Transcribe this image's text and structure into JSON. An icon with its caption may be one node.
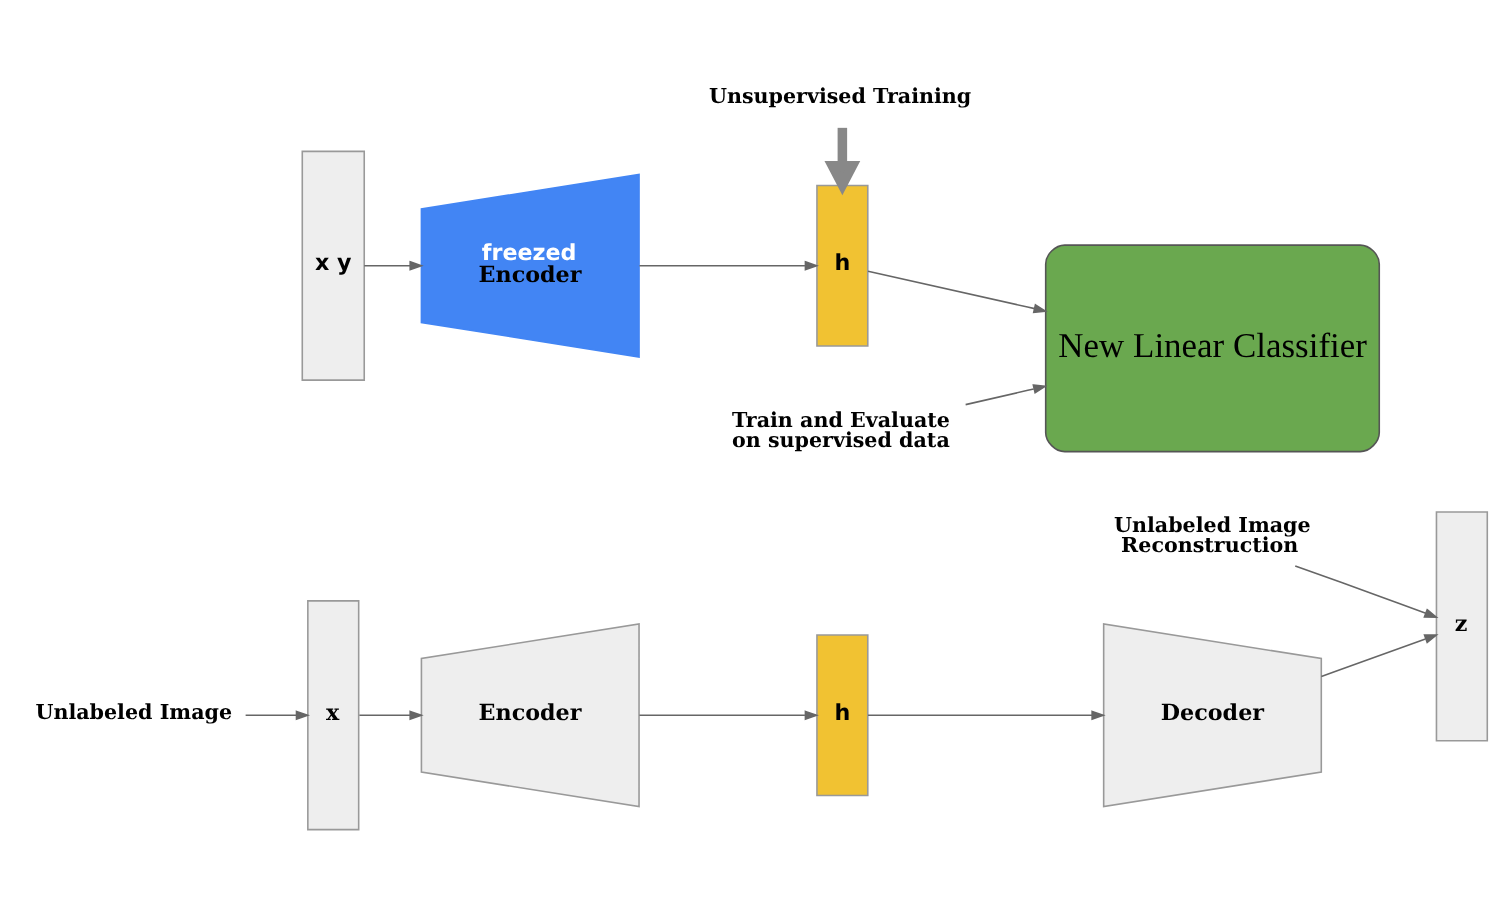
{
  "diagram": {
    "nodes": [
      {
        "text": [
          "x"
        ]
      },
      {
        "text": [
          "Encoder"
        ]
      },
      {
        "text": [
          "h"
        ]
      },
      {
        "text": [
          "Decoder"
        ]
      },
      {
        "text": [
          "z"
        ]
      },
      {
        "text": [
          "Unlabeled Image"
        ]
      },
      {
        "text": [
          "Unlabeled Image Reconstruction"
        ]
      },
      {
        "text": [
          "Unsupervised Training"
        ]
      },
      {
        "text": [
          "x y"
        ]
      },
      {
        "text": [
          "freezed",
          "Encoder"
        ]
      },
      {
        "text": [
          "h"
        ]
      },
      {
        "text": [
          "New Linear Classifier"
        ]
      },
      {
        "text": [
          "Train and Evaluate on supervised data"
        ]
      }
    ],
    "edges": [
      {
        "from": 0,
        "to": 1,
        "arrow": "to"
      },
      {
        "from": 1,
        "to": 2,
        "arrow": "to"
      },
      {
        "from": 2,
        "to": 3,
        "arrow": "to"
      },
      {
        "from": 3,
        "to": 4,
        "arrow": "to"
      },
      {
        "from": 5,
        "to": 0,
        "arrow": "to"
      },
      {
        "from": 6,
        "to": 4,
        "arrow": "to"
      },
      {
        "from": 7,
        "to": 10,
        "arrow": "to",
        "style": "thick"
      },
      {
        "from": 8,
        "to": 9,
        "arrow": "to"
      },
      {
        "from": 9,
        "to": 10,
        "arrow": "to"
      },
      {
        "from": 10,
        "to": 11,
        "arrow": "to"
      },
      {
        "from": 12,
        "to": 11,
        "arrow": "to"
      }
    ]
  }
}
